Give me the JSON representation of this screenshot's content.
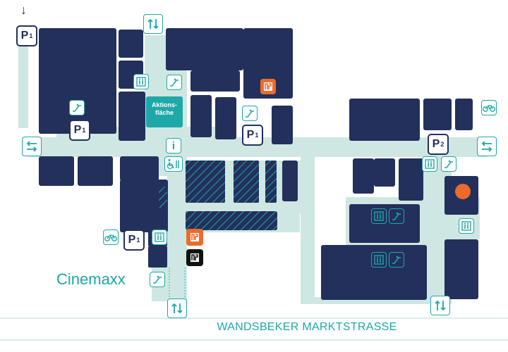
{
  "street": "WANDSBEKER MARKTSTRASSE",
  "cinema": "Cinemaxx",
  "action_area": {
    "line1": "Aktions-",
    "line2": "fläche"
  },
  "info": "i",
  "parking": {
    "letter": "P",
    "p1": "1",
    "p2": "2"
  },
  "colors": {
    "store": "#23305c",
    "walkway": "#cfe7e2",
    "teal": "#1ea8a8",
    "orange": "#ee6a2a",
    "hatch": "#1ea8a8"
  },
  "icon_names": [
    "parking-icon",
    "elevator-icon",
    "escalator-icon",
    "bicycle-icon",
    "exit-arrows-icon",
    "toilet-icon",
    "wheelchair-icon",
    "info-icon",
    "stairs-vertical-icon"
  ]
}
